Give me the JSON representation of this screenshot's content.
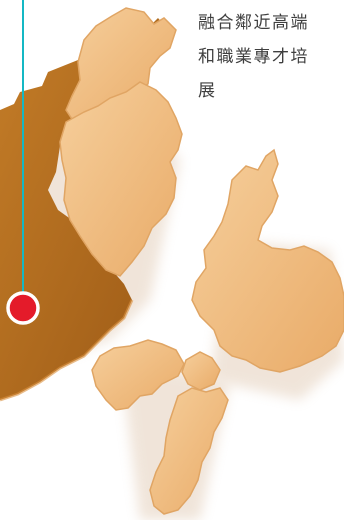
{
  "caption": {
    "lines": [
      "融合鄰近高端",
      "和職業專才培",
      "展"
    ]
  },
  "colors": {
    "region_dark": "#b8701f",
    "region_light": "#f0bf86",
    "region_edge": "#e0a564",
    "pin_line": "#14b8c4",
    "pin_marker": "#e41b2a",
    "text": "#3f3f3f"
  },
  "icons": {
    "location": "map-pin-icon"
  }
}
